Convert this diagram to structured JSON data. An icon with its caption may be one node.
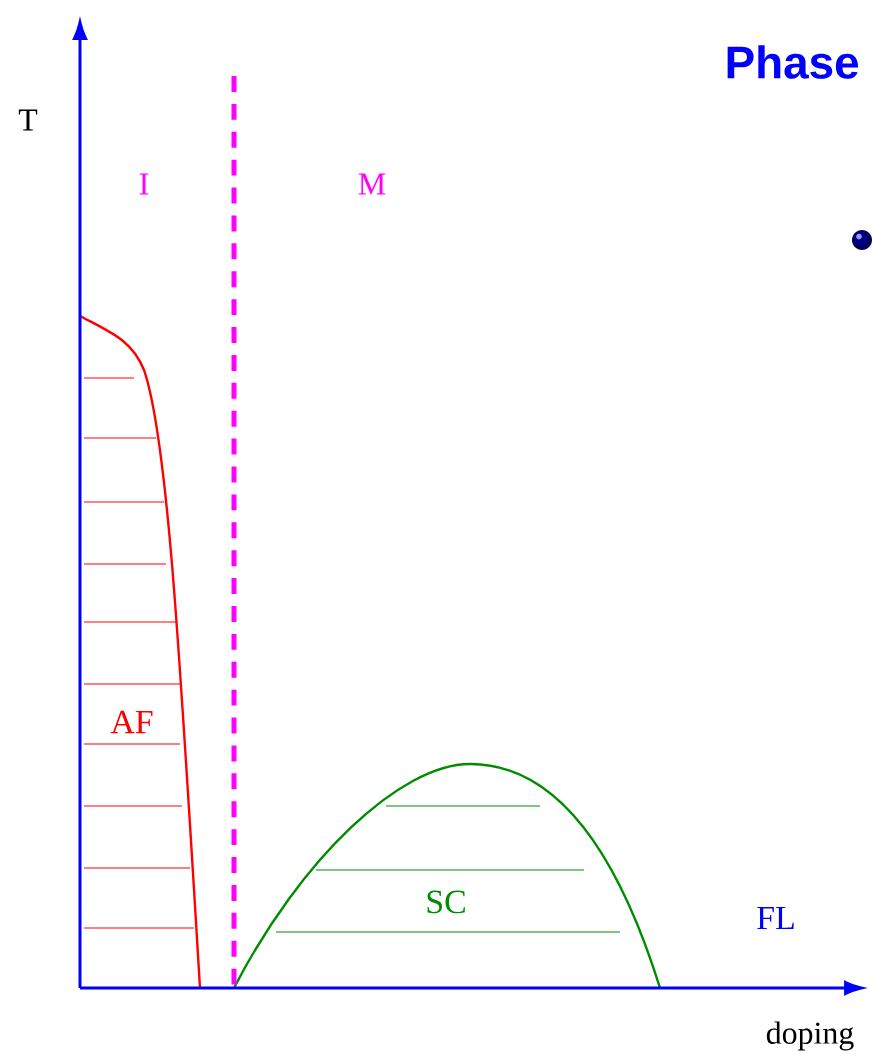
{
  "diagram": {
    "title": "Phase",
    "labels": [
      "T",
      "I",
      "M",
      "AF",
      "SC",
      "FL",
      "doping"
    ]
  }
}
